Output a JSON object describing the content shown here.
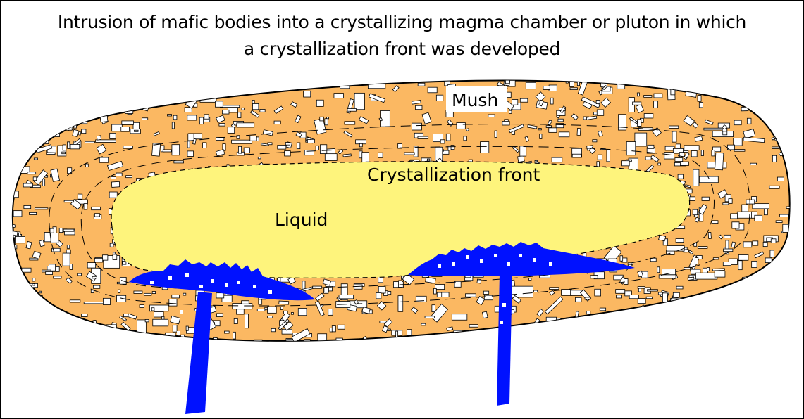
{
  "title": {
    "line1": "Intrusion of mafic bodies into a crystallizing magma chamber or pluton in which",
    "line2": "a crystallization front was developed"
  },
  "labels": {
    "mush": "Mush",
    "front": "Crystallization front",
    "liquid": "Liquid"
  },
  "colors": {
    "mush": "#fbb862",
    "liquid": "#fef47c",
    "mafic": "#0011ff",
    "crystal": "#ffffff"
  }
}
